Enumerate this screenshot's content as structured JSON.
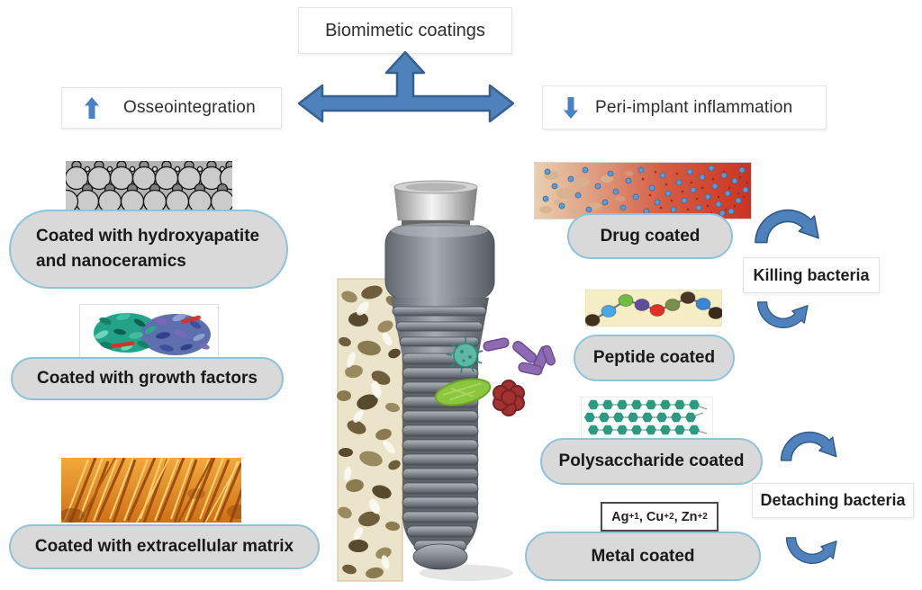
{
  "header": {
    "title": "Biomimetic coatings"
  },
  "branches": {
    "left": {
      "label": "Osseointegration",
      "icon": "up-arrow"
    },
    "right": {
      "label": "Peri-implant inflammation",
      "icon": "down-arrow"
    }
  },
  "left_column": [
    {
      "label": "Coated with hydroxyapatite\nand nanoceramics",
      "image": "hydroxyapatite-nanoceramics"
    },
    {
      "label": "Coated with growth factors",
      "image": "growth-factor-protein"
    },
    {
      "label": "Coated with extracellular matrix",
      "image": "extracellular-matrix-fibers"
    }
  ],
  "center": {
    "image": "dental-implant-with-bone-and-bacteria"
  },
  "right_column": [
    {
      "label": "Drug coated",
      "image": "drug-eluting-layer"
    },
    {
      "label": "Peptide coated",
      "image": "peptide-chain"
    },
    {
      "label": "Polysaccharide coated",
      "image": "polysaccharide-chains"
    },
    {
      "label": "Metal coated",
      "image": "metal-ion-label"
    }
  ],
  "metal_ions": {
    "m1": "Ag",
    "c1": "+1",
    "m2": ", Cu",
    "c2": "+2",
    "m3": ", Zn",
    "c3": "+2"
  },
  "effects": {
    "killing": "Killing bacteria",
    "detaching": "Detaching bacteria"
  },
  "colors": {
    "arrow_blue": "#4f81bd",
    "arrow_outline": "#2e5984",
    "pill_bg": "#d9d9d9",
    "pill_border": "#8fc3da"
  }
}
